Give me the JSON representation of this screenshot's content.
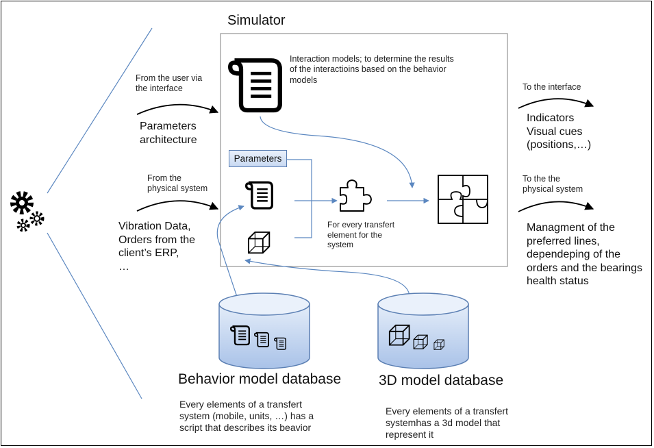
{
  "simulator": {
    "title": "Simulator",
    "interaction_text": "Interaction models; to determine the results\nof the interactioins based on the behavior\nmodels",
    "parameters_label": "Parameters",
    "transfer_text": "For every transfert\nelement for the\nsystem"
  },
  "inputs": {
    "user_source": "From the user via\nthe interface",
    "user_items": "Parameters\narchitecture",
    "physical_source": "From the\nphysical system",
    "physical_items": "Vibration Data,\nOrders from the\nclient’s ERP,\n…"
  },
  "outputs": {
    "interface_target": "To the interface",
    "interface_items": "Indicators\nVisual cues\n(positions,…)",
    "physical_target": "To the the\nphysical system",
    "physical_items": "Managment of the\npreferred lines,\ndependeping of the\norders and the bearings\nhealth status"
  },
  "databases": {
    "behavior_title": "Behavior model database",
    "behavior_desc": "Every elements of a transfert\nsystem (mobile, units, …) has a\nscript that describes its beavior",
    "model3d_title": "3D model database",
    "model3d_desc": "Every elements of a transfert\nsystemhas a 3d model that\nrepresent it"
  },
  "icons": [
    "gears-icon",
    "scroll-icon",
    "wireframe-cube-icon",
    "puzzle-piece-icon",
    "puzzle-icon",
    "database-cylinder-icon"
  ],
  "colors": {
    "line_blue": "#5b87c0",
    "db_fill_top": "#e4edf9",
    "db_fill_bottom": "#a9c2e8",
    "db_stroke": "#5b7fb3"
  }
}
